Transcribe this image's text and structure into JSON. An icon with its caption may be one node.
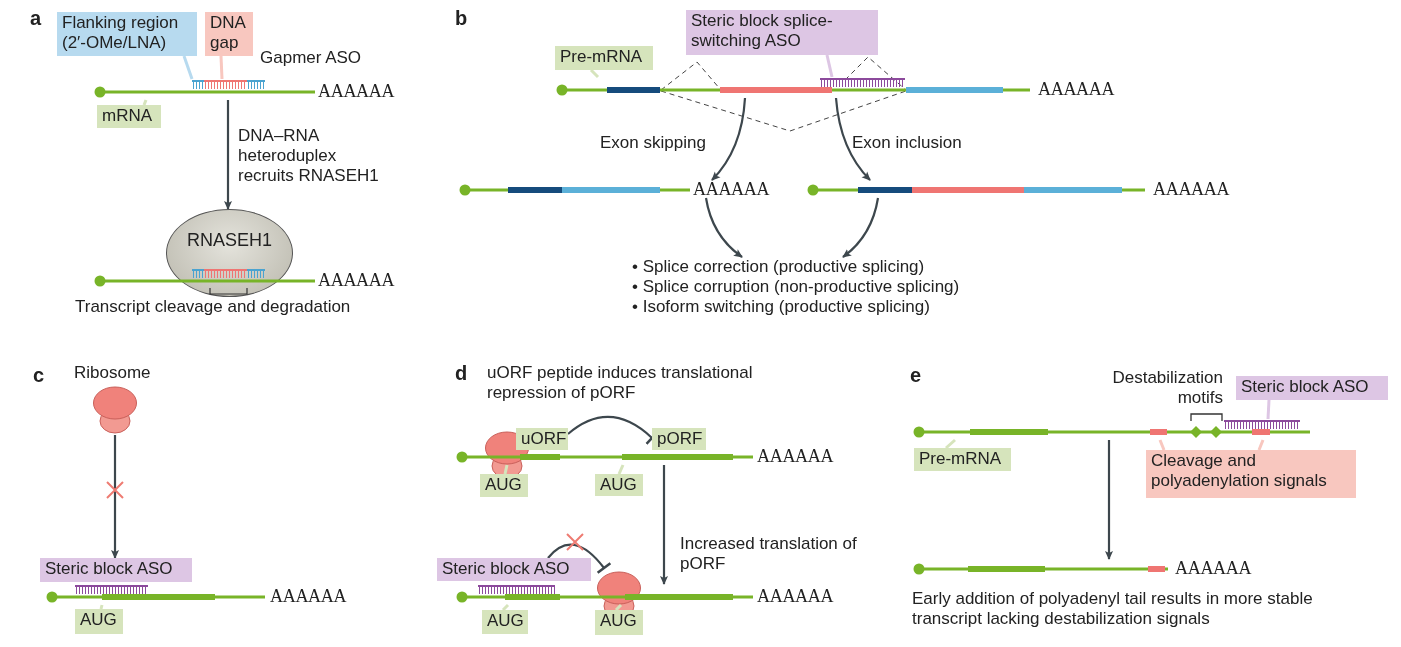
{
  "diagram": {
    "nodes": [
      {
        "text": [
          "Flanking region (2′-OMe/LNA)"
        ]
      },
      {
        "text": [
          "DNA gap"
        ]
      },
      {
        "text": [
          "AAAAAA"
        ]
      },
      {
        "text": [
          "mRNA"
        ]
      },
      {
        "text": [
          "RNASEH1"
        ]
      },
      {
        "text": [
          "AAAAAA"
        ]
      },
      {
        "text": [
          "Pre-mRNA"
        ]
      },
      {
        "text": [
          "Steric block splice-switching ASO"
        ]
      },
      {
        "text": [
          "AAAAAA"
        ]
      },
      {
        "text": [
          "AAAAAA"
        ]
      },
      {
        "text": [
          "AAAAAA"
        ]
      },
      {
        "text": [
          "• Splice correction (productive splicing)",
          "• Splice corruption (non-productive splicing)",
          "• Isoform switching (productive splicing)"
        ]
      },
      {
        "text": [
          "Ribosome"
        ]
      },
      {
        "text": [
          "Steric block ASO"
        ]
      },
      {
        "text": [
          "AAAAAA"
        ]
      },
      {
        "text": [
          "AUG"
        ]
      },
      {
        "text": [],
        "shape": "circle"
      },
      {
        "text": [
          "uORF"
        ]
      },
      {
        "text": [
          "pORF"
        ]
      },
      {
        "text": [
          "AAAAAA"
        ]
      },
      {
        "text": [
          "AUG"
        ]
      },
      {
        "text": [
          "AUG"
        ]
      },
      {
        "text": [
          "Steric block ASO"
        ]
      },
      {
        "text": [],
        "shape": "circle"
      },
      {
        "text": [
          "AAAAAA"
        ]
      },
      {
        "text": [
          "AUG"
        ]
      },
      {
        "text": [
          "AUG"
        ]
      },
      {
        "text": [
          "Steric block ASO"
        ]
      },
      {
        "text": [],
        "shape": "bar"
      },
      {
        "text": [
          "Pre-mRNA"
        ]
      },
      {
        "text": [
          "Cleavage and polyadenylation signals"
        ]
      },
      {
        "text": [
          "AAAAAA"
        ]
      }
    ],
    "edges": [
      {
        "from": 2,
        "to": 4,
        "arrow": "to",
        "label": "DNA–RNA heteroduplex recruits RNASEH1"
      },
      {
        "from": 8,
        "to": 9,
        "arrow": "to",
        "label": "Exon skipping"
      },
      {
        "from": 8,
        "to": 10,
        "arrow": "to",
        "label": "Exon inclusion"
      },
      {
        "from": 9,
        "to": 11,
        "arrow": "to"
      },
      {
        "from": 10,
        "to": 11,
        "arrow": "to"
      },
      {
        "from": 12,
        "to": 13,
        "arrow": "to"
      },
      {
        "from": 17,
        "to": 18,
        "arrow": "other"
      },
      {
        "from": 19,
        "to": 24,
        "arrow": "to"
      },
      {
        "from": 22,
        "to": 23,
        "arrow": "other"
      },
      {
        "from": 28,
        "to": 31,
        "arrow": "to"
      },
      {
        "from": 0,
        "to": 2,
        "arrow": "none",
        "color": "#b7daef"
      },
      {
        "from": 1,
        "to": 2,
        "arrow": "none",
        "color": "#f8c7bf"
      },
      {
        "from": 3,
        "to": 2,
        "arrow": "none",
        "color": "#d6e4bc"
      },
      {
        "from": 6,
        "to": 8,
        "arrow": "none",
        "color": "#d6e4bc"
      },
      {
        "from": 7,
        "to": 8,
        "arrow": "none",
        "color": "#ddc6e4"
      },
      {
        "from": 15,
        "to": 14,
        "arrow": "none",
        "color": "#d6e4bc"
      },
      {
        "from": 20,
        "to": 19,
        "arrow": "none",
        "color": "#d6e4bc"
      },
      {
        "from": 21,
        "to": 19,
        "arrow": "none",
        "color": "#d6e4bc"
      },
      {
        "from": 25,
        "to": 24,
        "arrow": "none",
        "color": "#d6e4bc"
      },
      {
        "from": 26,
        "to": 24,
        "arrow": "none",
        "color": "#d6e4bc"
      },
      {
        "from": 27,
        "to": 28,
        "arrow": "none",
        "color": "#ddc6e4"
      },
      {
        "from": 29,
        "to": 28,
        "arrow": "none",
        "color": "#d6e4bc"
      },
      {
        "from": 30,
        "to": 28,
        "arrow": "none",
        "color": "#f8c7bf"
      },
      {
        "from": 30,
        "to": 28,
        "arrow": "none",
        "color": "#f8c7bf"
      }
    ],
    "labels": [
      "a",
      "Gapmer ASO",
      "Transcript cleavage and degradation",
      "b",
      "c",
      "d",
      "uORF peptide induces translational repression of pORF",
      "Increased translation of pORF",
      "e",
      "Destabilization motifs",
      "Early addition of polyadenyl tail results in more stable transcript lacking destabilization signals"
    ]
  }
}
